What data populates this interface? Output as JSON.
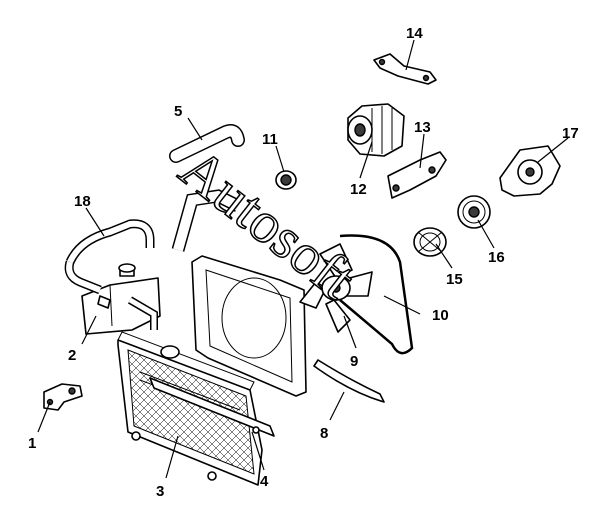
{
  "watermark": "Autosoft",
  "callouts": {
    "c1": "1",
    "c2": "2",
    "c3": "3",
    "c4": "4",
    "c5": "5",
    "c6": "8",
    "c7": "9",
    "c8": "10",
    "c9": "11",
    "c10": "12",
    "c11": "13",
    "c12": "14",
    "c13": "15",
    "c14": "16",
    "c15": "17",
    "c16": "18"
  },
  "parts": {
    "p1": "bracket-icon",
    "p2": "expansion-tank-icon",
    "p3": "radiator-icon",
    "p4": "mounting-strip-icon",
    "p5": "upper-hose-icon",
    "p8": "fan-guard-strip-icon",
    "p9": "fan-icon",
    "p10": "fan-belt-icon",
    "p11": "grommet-icon",
    "p12": "alternator-icon",
    "p13": "alternator-bracket-icon",
    "p14": "adjusting-arm-icon",
    "p15": "viscous-coupling-icon",
    "p16": "pulley-icon",
    "p17": "water-pump-icon",
    "p18": "overflow-hose-icon",
    "shroud": "fan-shroud-icon",
    "lower_hose": "lower-hose-icon"
  }
}
